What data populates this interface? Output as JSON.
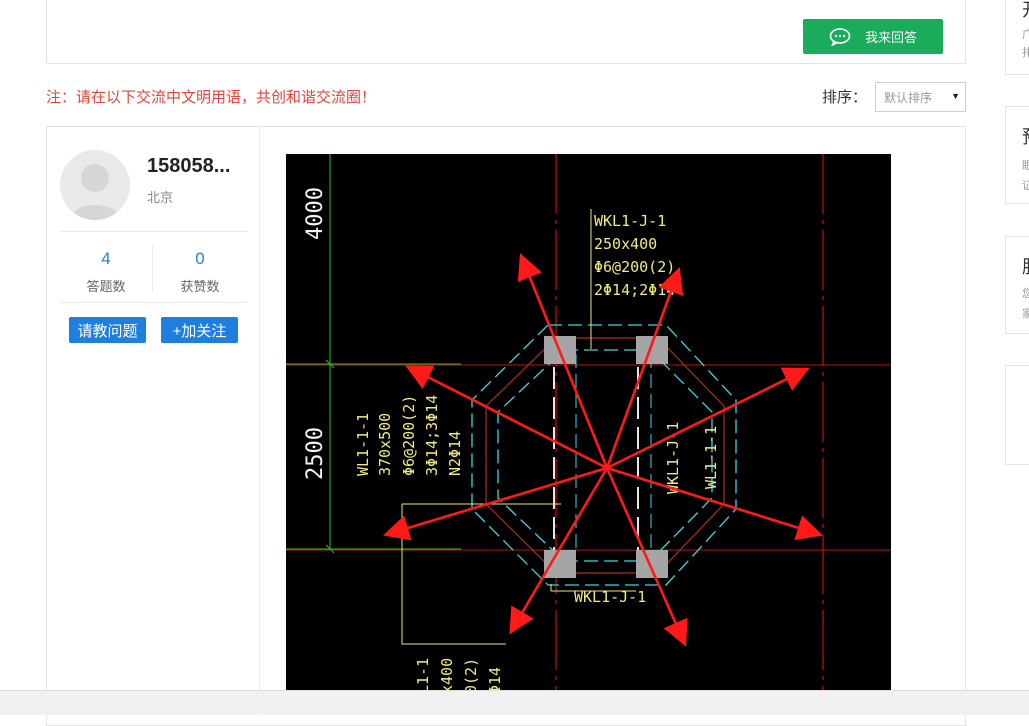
{
  "answer_button": {
    "label": "我来回答",
    "icon": "chat-bubble-icon"
  },
  "notice": "注：请在以下交流中文明用语，共创和谐交流圈！",
  "sort": {
    "label": "排序：",
    "selected": "默认排序"
  },
  "user": {
    "name": "158058...",
    "city": "北京",
    "answers_count": "4",
    "answers_label": "答题数",
    "likes_count": "0",
    "likes_label": "获赞数"
  },
  "actions": {
    "ask": "请教问题",
    "follow": "+加关注"
  },
  "drawing": {
    "dim_top": "4000",
    "dim_mid": "2500",
    "beam_top": [
      "WKL1-J-1",
      "250x400",
      "Φ6@200(2)",
      "2Φ14;2Φ14"
    ],
    "beam_left": [
      "WL1-1-1",
      "370x500",
      "Φ6@200(2)",
      "3Φ14;3Φ14",
      "N2Φ14"
    ],
    "beam_bottom": "WKL1-J-1",
    "beam_right_a": "WKL1-J-1",
    "beam_right_b": "WL1-1-1",
    "beam_cut": [
      "L1-1",
      "x400",
      "0(2)",
      "Φ14"
    ]
  },
  "sidebar": {
    "cards": [
      {
        "heading": "开",
        "lines": [
          "广",
          "排"
        ]
      },
      {
        "heading": "预",
        "lines": [
          "眼",
          "证"
        ]
      },
      {
        "heading": "肌",
        "lines": [
          "您",
          "家"
        ]
      },
      {
        "heading": "",
        "lines": []
      }
    ]
  },
  "colors": {
    "green": "#1aab5b",
    "blue": "#1e7fe0",
    "notice_red": "#e0473a",
    "arrow_red": "#ff1a1a"
  }
}
